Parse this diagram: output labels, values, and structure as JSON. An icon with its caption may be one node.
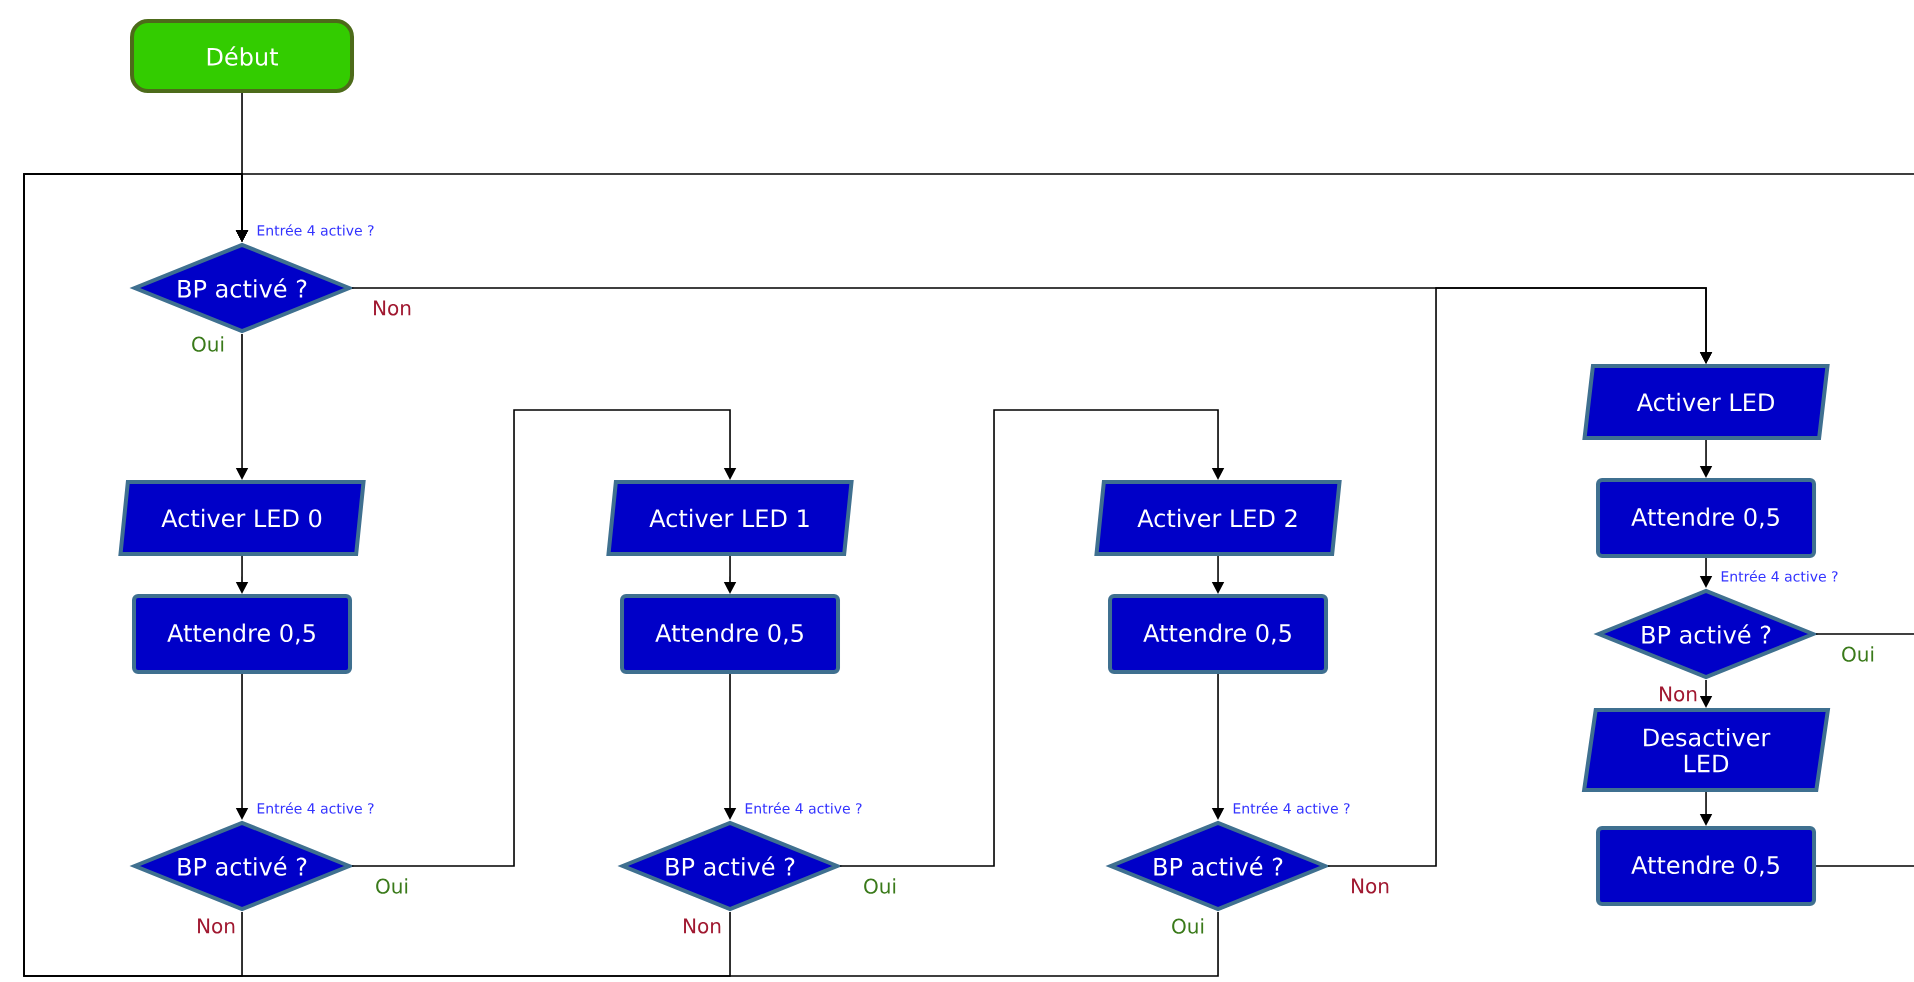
{
  "diagram": {
    "nodes": [
      {
        "text": [
          "Début"
        ]
      },
      {
        "text": [
          "BP activé ?"
        ],
        "beside": [
          "Entrée 4 active ?"
        ]
      },
      {
        "text": [
          "Activer LED 0"
        ]
      },
      {
        "text": [
          "Attendre 0,5"
        ]
      },
      {
        "text": [
          "BP activé ?"
        ],
        "beside": [
          "Entrée 4 active ?"
        ]
      },
      {
        "text": [
          "Activer LED 1"
        ]
      },
      {
        "text": [
          "Attendre 0,5"
        ]
      },
      {
        "text": [
          "BP activé ?"
        ],
        "beside": [
          "Entrée 4 active ?"
        ]
      },
      {
        "text": [
          "Activer LED 2"
        ]
      },
      {
        "text": [
          "Attendre 0,5"
        ]
      },
      {
        "text": [
          "BP activé ?"
        ],
        "beside": [
          "Entrée 4 active ?"
        ]
      },
      {
        "text": [
          "Activer LED"
        ]
      },
      {
        "text": [
          "Attendre 0,5"
        ]
      },
      {
        "text": [
          "BP activé ?"
        ],
        "beside": [
          "Entrée 4 active ?"
        ]
      },
      {
        "text": [
          "Desactiver LED"
        ]
      },
      {
        "text": [
          "Attendre 0,5"
        ]
      }
    ],
    "edges": [
      {
        "from": 0,
        "to": 1,
        "arrow": "to"
      },
      {
        "from": 1,
        "to": 2,
        "arrow": "to",
        "label": "Oui"
      },
      {
        "from": 1,
        "to": 11,
        "arrow": "to",
        "label": "Non"
      },
      {
        "from": 2,
        "to": 3,
        "arrow": "to"
      },
      {
        "from": 3,
        "to": 4,
        "arrow": "to"
      },
      {
        "from": 4,
        "to": 5,
        "arrow": "to",
        "label": "Oui"
      },
      {
        "from": 4,
        "to": 1,
        "arrow": "to",
        "label": "Non"
      },
      {
        "from": 5,
        "to": 6,
        "arrow": "to"
      },
      {
        "from": 6,
        "to": 7,
        "arrow": "to"
      },
      {
        "from": 7,
        "to": 8,
        "arrow": "to",
        "label": "Oui"
      },
      {
        "from": 7,
        "to": 1,
        "arrow": "to",
        "label": "Non"
      },
      {
        "from": 8,
        "to": 9,
        "arrow": "to"
      },
      {
        "from": 9,
        "to": 10,
        "arrow": "to"
      },
      {
        "from": 10,
        "to": 11,
        "arrow": "to",
        "label": "Non"
      },
      {
        "from": 10,
        "to": 1,
        "arrow": "to",
        "label": "Oui"
      },
      {
        "from": 11,
        "to": 12,
        "arrow": "to"
      },
      {
        "from": 12,
        "to": 13,
        "arrow": "to"
      },
      {
        "from": 13,
        "to": 14,
        "arrow": "to",
        "label": "Non"
      },
      {
        "from": 13,
        "to": null,
        "arrow": "none",
        "label": "Oui"
      },
      {
        "from": 14,
        "to": 15,
        "arrow": "to"
      },
      {
        "from": 15,
        "to": null,
        "arrow": "none"
      },
      {
        "from": null,
        "to": 1,
        "arrow": "to"
      }
    ]
  }
}
